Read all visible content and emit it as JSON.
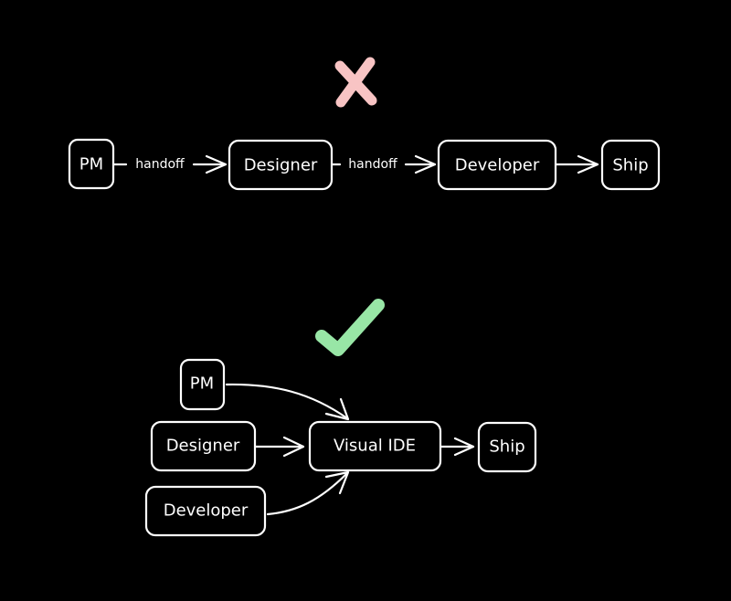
{
  "colors": {
    "background": "#000000",
    "stroke": "#ffffff",
    "bad_mark": "#f8c4c4",
    "good_mark": "#98e6a6"
  },
  "bad_flow": {
    "mark_icon": "x-icon",
    "nodes": [
      {
        "id": "pm",
        "label": "PM"
      },
      {
        "id": "designer",
        "label": "Designer"
      },
      {
        "id": "developer",
        "label": "Developer"
      },
      {
        "id": "ship",
        "label": "Ship"
      }
    ],
    "edges": [
      {
        "from": "pm",
        "to": "designer",
        "label": "handoff"
      },
      {
        "from": "designer",
        "to": "developer",
        "label": "handoff"
      },
      {
        "from": "developer",
        "to": "ship",
        "label": ""
      }
    ]
  },
  "good_flow": {
    "mark_icon": "checkmark-icon",
    "nodes": [
      {
        "id": "pm",
        "label": "PM"
      },
      {
        "id": "designer",
        "label": "Designer"
      },
      {
        "id": "developer",
        "label": "Developer"
      },
      {
        "id": "visual_ide",
        "label": "Visual IDE"
      },
      {
        "id": "ship",
        "label": "Ship"
      }
    ],
    "edges": [
      {
        "from": "pm",
        "to": "visual_ide",
        "label": ""
      },
      {
        "from": "designer",
        "to": "visual_ide",
        "label": ""
      },
      {
        "from": "developer",
        "to": "visual_ide",
        "label": ""
      },
      {
        "from": "visual_ide",
        "to": "ship",
        "label": ""
      }
    ]
  }
}
